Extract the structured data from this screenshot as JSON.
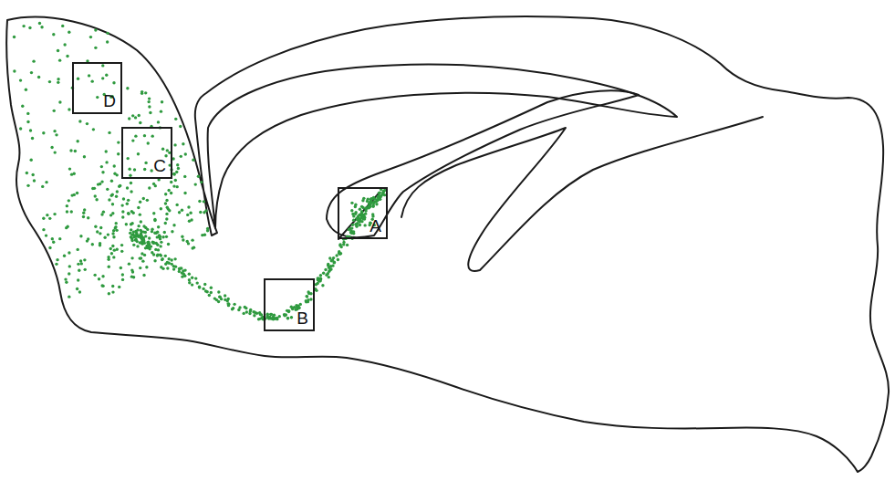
{
  "diagram": {
    "nodes": [
      {
        "text": [
          "D"
        ]
      },
      {
        "text": [
          "C"
        ]
      },
      {
        "text": [
          "A"
        ]
      },
      {
        "text": [
          "B"
        ]
      }
    ]
  }
}
